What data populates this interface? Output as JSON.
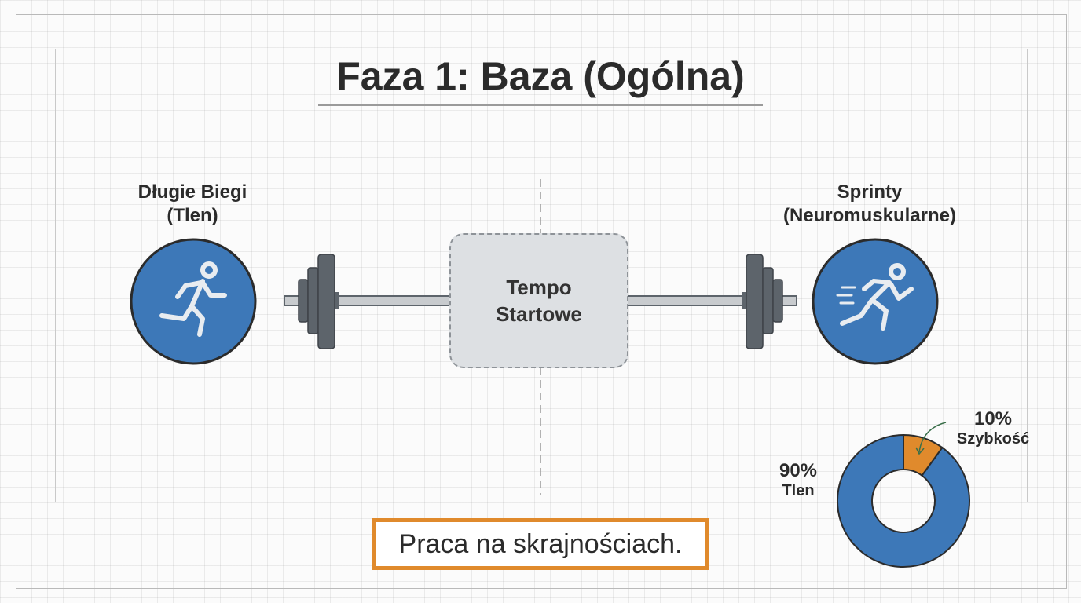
{
  "title": "Faza 1: Baza (Ogólna)",
  "left": {
    "line1": "Długie Biegi",
    "line2": "(Tlen)",
    "icon": "running-person-icon"
  },
  "right": {
    "line1": "Sprinty",
    "line2": "(Neuromuskularne)",
    "icon": "sprinting-person-icon"
  },
  "center": {
    "line1": "Tempo",
    "line2": "Startowe"
  },
  "footer": "Praca na skrajnościach.",
  "colors": {
    "blue": "#3d78b8",
    "orange": "#e08a2c",
    "bar": "#5d646b",
    "box": "#dde0e3"
  },
  "chart_data": {
    "type": "pie",
    "categories": [
      "Tlen",
      "Szybkość"
    ],
    "values": [
      90,
      10
    ],
    "labels": [
      "90%",
      "10%"
    ]
  }
}
